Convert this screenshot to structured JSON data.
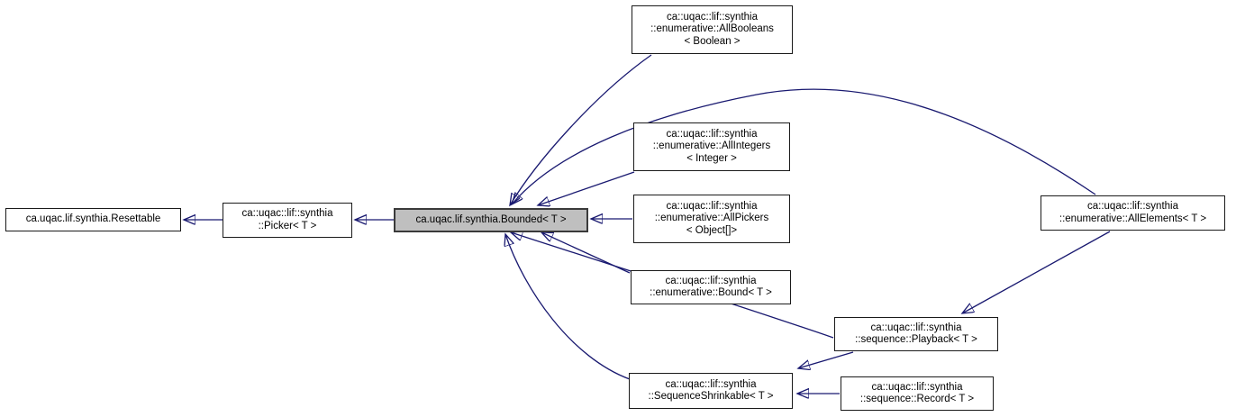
{
  "diagram": {
    "kind": "doxygen-inheritance-graph",
    "colors": {
      "edge": "#191970",
      "node_fill": "#ffffff",
      "node_border": "#1a1a1a",
      "highlight_fill": "#bfbfbf",
      "text": "#000000"
    },
    "nodes": {
      "resettable": {
        "lines": [
          "ca.uqac.lif.synthia.Resettable"
        ],
        "highlighted": false
      },
      "picker": {
        "lines": [
          "ca::uqac::lif::synthia",
          "::Picker< T >"
        ],
        "highlighted": false
      },
      "bounded": {
        "lines": [
          "ca.uqac.lif.synthia.Bounded< T >"
        ],
        "highlighted": true
      },
      "allbooleans": {
        "lines": [
          "ca::uqac::lif::synthia",
          "::enumerative::AllBooleans",
          "< Boolean >"
        ],
        "highlighted": false
      },
      "allintegers": {
        "lines": [
          "ca::uqac::lif::synthia",
          "::enumerative::AllIntegers",
          "< Integer >"
        ],
        "highlighted": false
      },
      "allpickers": {
        "lines": [
          "ca::uqac::lif::synthia",
          "::enumerative::AllPickers",
          "< Object[]>"
        ],
        "highlighted": false
      },
      "bound": {
        "lines": [
          "ca::uqac::lif::synthia",
          "::enumerative::Bound< T >"
        ],
        "highlighted": false
      },
      "allelements": {
        "lines": [
          "ca::uqac::lif::synthia",
          "::enumerative::AllElements< T >"
        ],
        "highlighted": false
      },
      "playback": {
        "lines": [
          "ca::uqac::lif::synthia",
          "::sequence::Playback< T >"
        ],
        "highlighted": false
      },
      "sequenceshrinkable": {
        "lines": [
          "ca::uqac::lif::synthia",
          "::SequenceShrinkable< T >"
        ],
        "highlighted": false
      },
      "record": {
        "lines": [
          "ca::uqac::lif::synthia",
          "::sequence::Record< T >"
        ],
        "highlighted": false
      }
    },
    "edges": [
      {
        "from": "picker",
        "to": "resettable"
      },
      {
        "from": "bounded",
        "to": "picker"
      },
      {
        "from": "allbooleans",
        "to": "bounded"
      },
      {
        "from": "allelements",
        "to": "bounded"
      },
      {
        "from": "allintegers",
        "to": "bounded"
      },
      {
        "from": "allpickers",
        "to": "bounded"
      },
      {
        "from": "bound",
        "to": "bounded"
      },
      {
        "from": "playback",
        "to": "bounded"
      },
      {
        "from": "sequenceshrinkable",
        "to": "bounded"
      },
      {
        "from": "allelements",
        "to": "playback"
      },
      {
        "from": "playback",
        "to": "sequenceshrinkable"
      },
      {
        "from": "record",
        "to": "sequenceshrinkable"
      }
    ]
  }
}
